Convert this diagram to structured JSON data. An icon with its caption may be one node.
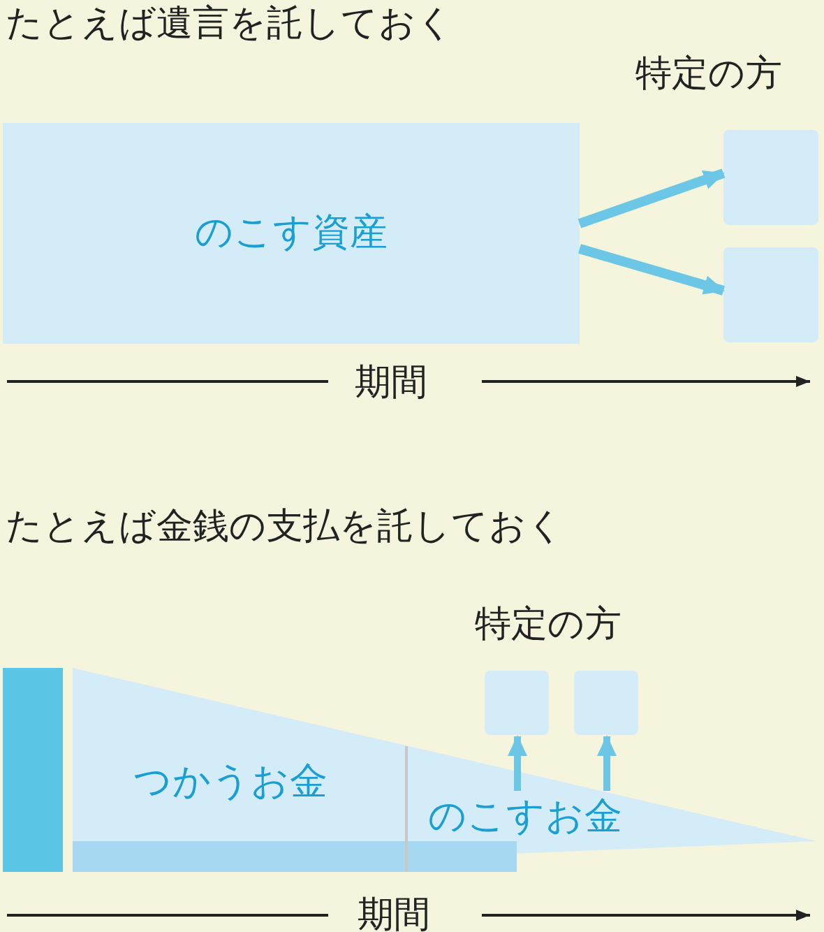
{
  "diagram": {
    "nodes": [
      {
        "text": [
          "のこす資産"
        ]
      },
      {
        "text": [],
        "shape": "box"
      },
      {
        "text": [],
        "shape": "box"
      },
      {
        "text": [
          "つかうお金"
        ]
      },
      {
        "text": [
          "のこすお金"
        ]
      },
      {
        "text": [],
        "shape": "box"
      },
      {
        "text": [],
        "shape": "box"
      }
    ],
    "edges": [
      {
        "from": 0,
        "to": 1,
        "arrow": "to"
      },
      {
        "from": 0,
        "to": 2,
        "arrow": "to"
      },
      {
        "from": 4,
        "to": 5,
        "arrow": "to"
      },
      {
        "from": 4,
        "to": 6,
        "arrow": "to"
      }
    ],
    "labels": [
      "たとえば遺言を託しておく",
      "特定の方",
      "期間",
      "たとえば金銭の支払を託しておく",
      "特定の方",
      "期間"
    ]
  }
}
